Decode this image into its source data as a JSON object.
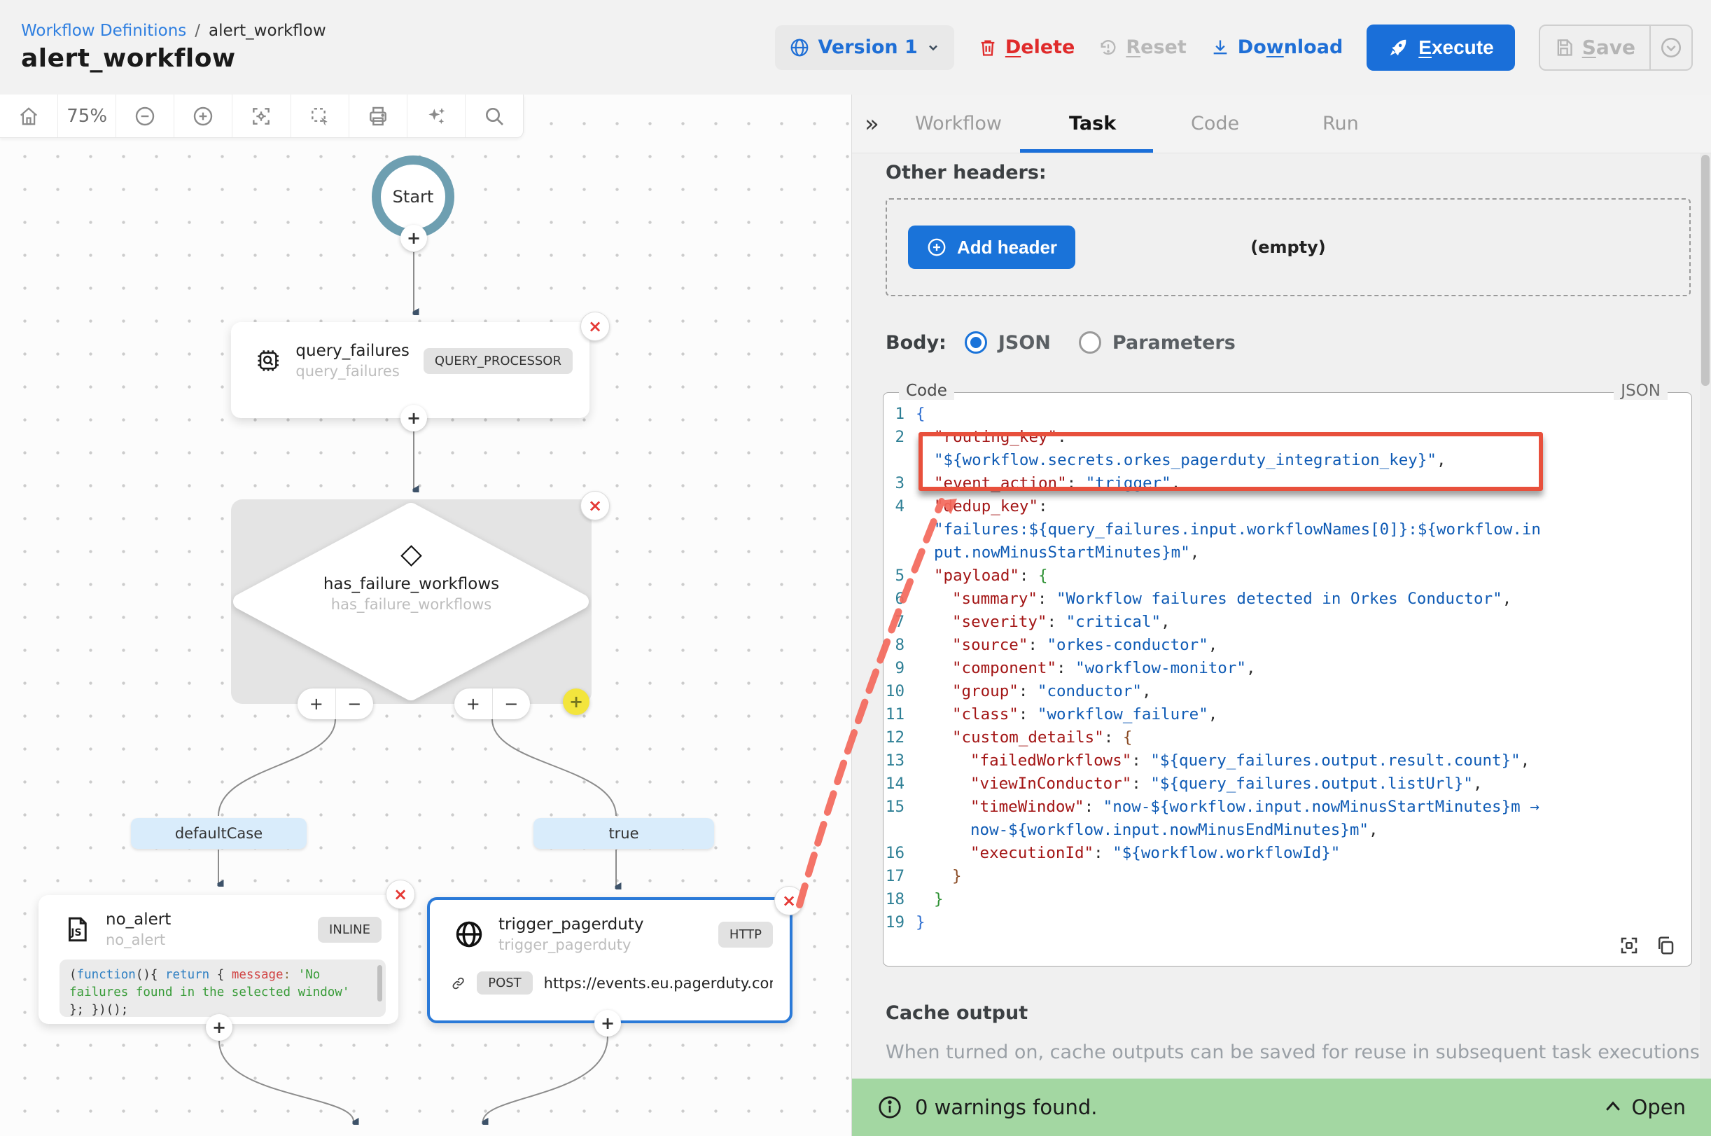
{
  "header": {
    "breadcrumb": {
      "link": "Workflow Definitions",
      "separator": "/",
      "current": "alert_workflow"
    },
    "title": "alert_workflow",
    "actions": {
      "version": "Version 1",
      "delete": "Delete",
      "reset": "Reset",
      "download": "Download",
      "execute": "Execute",
      "save": "Save"
    }
  },
  "canvas": {
    "toolbar": {
      "zoom_level": "75%"
    },
    "nodes": {
      "start": {
        "label": "Start"
      },
      "query_failures": {
        "title": "query_failures",
        "subtitle": "query_failures",
        "badge": "QUERY_PROCESSOR"
      },
      "switch": {
        "title": "has_failure_workflows",
        "subtitle": "has_failure_workflows"
      },
      "cases": {
        "default": "defaultCase",
        "true_case": "true"
      },
      "no_alert": {
        "title": "no_alert",
        "subtitle": "no_alert",
        "badge": "INLINE",
        "code_tokens": [
          [
            "(",
            "p"
          ],
          [
            "function",
            "kw"
          ],
          [
            "(){ ",
            "p"
          ],
          [
            "return",
            "kw"
          ],
          [
            " { ",
            "p"
          ],
          [
            "message",
            "name"
          ],
          [
            ":",
            "colon"
          ],
          [
            " ",
            "p"
          ],
          [
            "'No failures found in the selected window'",
            "str"
          ],
          [
            " };",
            "p"
          ],
          [
            " })();",
            "p"
          ]
        ]
      },
      "trigger_pagerduty": {
        "title": "trigger_pagerduty",
        "subtitle": "trigger_pagerduty",
        "badge": "HTTP",
        "method": "POST",
        "url": "https://events.eu.pagerduty.com/…"
      }
    }
  },
  "panel": {
    "collapse_icon": "»",
    "tabs": [
      {
        "label": "Workflow",
        "active": false
      },
      {
        "label": "Task",
        "active": true
      },
      {
        "label": "Code",
        "active": false
      },
      {
        "label": "Run",
        "active": false
      }
    ],
    "other_headers_label": "Other headers:",
    "add_header_label": "Add header",
    "empty_text": "(empty)",
    "body": {
      "label": "Body:",
      "options": [
        {
          "label": "JSON",
          "selected": true
        },
        {
          "label": "Parameters",
          "selected": false
        }
      ]
    },
    "code": {
      "legend": "Code",
      "language": "JSON",
      "rows": [
        {
          "n": "1",
          "ind": 0,
          "tok": [
            [
              "{",
              "b1"
            ]
          ]
        },
        {
          "n": "2",
          "ind": 1,
          "tok": [
            [
              "\"routing_key\"",
              "key"
            ],
            [
              ":",
              "p"
            ]
          ]
        },
        {
          "n": "",
          "ind": 1,
          "tok": [
            [
              "\"${workflow.secrets.orkes_pagerduty_integration_key}\"",
              "val"
            ],
            [
              ",",
              "p"
            ]
          ]
        },
        {
          "n": "3",
          "ind": 1,
          "tok": [
            [
              "\"event_action\"",
              "key"
            ],
            [
              ":",
              "p"
            ],
            [
              " ",
              "p"
            ],
            [
              "\"trigger\"",
              "val"
            ],
            [
              ",",
              "p"
            ]
          ]
        },
        {
          "n": "4",
          "ind": 1,
          "tok": [
            [
              "\"dedup_key\"",
              "key"
            ],
            [
              ":",
              "p"
            ]
          ]
        },
        {
          "n": "",
          "ind": 1,
          "tok": [
            [
              "\"failures:${query_failures.input.workflowNames[0]}:${workflow.in",
              "val"
            ]
          ]
        },
        {
          "n": "",
          "ind": 1,
          "tok": [
            [
              "put.nowMinusStartMinutes}m\"",
              "val"
            ],
            [
              ",",
              "p"
            ]
          ]
        },
        {
          "n": "5",
          "ind": 1,
          "tok": [
            [
              "\"payload\"",
              "key"
            ],
            [
              ":",
              "p"
            ],
            [
              " ",
              "p"
            ],
            [
              "{",
              "b2"
            ]
          ]
        },
        {
          "n": "6",
          "ind": 2,
          "tok": [
            [
              "\"summary\"",
              "key"
            ],
            [
              ":",
              "p"
            ],
            [
              " ",
              "p"
            ],
            [
              "\"Workflow failures detected in Orkes Conductor\"",
              "val"
            ],
            [
              ",",
              "p"
            ]
          ]
        },
        {
          "n": "7",
          "ind": 2,
          "tok": [
            [
              "\"severity\"",
              "key"
            ],
            [
              ":",
              "p"
            ],
            [
              " ",
              "p"
            ],
            [
              "\"critical\"",
              "val"
            ],
            [
              ",",
              "p"
            ]
          ]
        },
        {
          "n": "8",
          "ind": 2,
          "tok": [
            [
              "\"source\"",
              "key"
            ],
            [
              ":",
              "p"
            ],
            [
              " ",
              "p"
            ],
            [
              "\"orkes-conductor\"",
              "val"
            ],
            [
              ",",
              "p"
            ]
          ]
        },
        {
          "n": "9",
          "ind": 2,
          "tok": [
            [
              "\"component\"",
              "key"
            ],
            [
              ":",
              "p"
            ],
            [
              " ",
              "p"
            ],
            [
              "\"workflow-monitor\"",
              "val"
            ],
            [
              ",",
              "p"
            ]
          ]
        },
        {
          "n": "10",
          "ind": 2,
          "tok": [
            [
              "\"group\"",
              "key"
            ],
            [
              ":",
              "p"
            ],
            [
              " ",
              "p"
            ],
            [
              "\"conductor\"",
              "val"
            ],
            [
              ",",
              "p"
            ]
          ]
        },
        {
          "n": "11",
          "ind": 2,
          "tok": [
            [
              "\"class\"",
              "key"
            ],
            [
              ":",
              "p"
            ],
            [
              " ",
              "p"
            ],
            [
              "\"workflow_failure\"",
              "val"
            ],
            [
              ",",
              "p"
            ]
          ]
        },
        {
          "n": "12",
          "ind": 2,
          "tok": [
            [
              "\"custom_details\"",
              "key"
            ],
            [
              ":",
              "p"
            ],
            [
              " ",
              "p"
            ],
            [
              "{",
              "b3"
            ]
          ]
        },
        {
          "n": "13",
          "ind": 3,
          "tok": [
            [
              "\"failedWorkflows\"",
              "key"
            ],
            [
              ":",
              "p"
            ],
            [
              " ",
              "p"
            ],
            [
              "\"${query_failures.output.result.count}\"",
              "val"
            ],
            [
              ",",
              "p"
            ]
          ]
        },
        {
          "n": "14",
          "ind": 3,
          "tok": [
            [
              "\"viewInConductor\"",
              "key"
            ],
            [
              ":",
              "p"
            ],
            [
              " ",
              "p"
            ],
            [
              "\"${query_failures.output.listUrl}\"",
              "val"
            ],
            [
              ",",
              "p"
            ]
          ]
        },
        {
          "n": "15",
          "ind": 3,
          "tok": [
            [
              "\"timeWindow\"",
              "key"
            ],
            [
              ":",
              "p"
            ],
            [
              " ",
              "p"
            ],
            [
              "\"now-${workflow.input.nowMinusStartMinutes}m →",
              "val"
            ]
          ]
        },
        {
          "n": "",
          "ind": 3,
          "tok": [
            [
              "now-${workflow.input.nowMinusEndMinutes}m\"",
              "val"
            ],
            [
              ",",
              "p"
            ]
          ]
        },
        {
          "n": "16",
          "ind": 3,
          "tok": [
            [
              "\"executionId\"",
              "key"
            ],
            [
              ":",
              "p"
            ],
            [
              " ",
              "p"
            ],
            [
              "\"${workflow.workflowId}\"",
              "val"
            ]
          ]
        },
        {
          "n": "17",
          "ind": 2,
          "tok": [
            [
              "}",
              "b3"
            ]
          ]
        },
        {
          "n": "18",
          "ind": 1,
          "tok": [
            [
              "}",
              "b2"
            ]
          ]
        },
        {
          "n": "19",
          "ind": 0,
          "tok": [
            [
              "}",
              "b1"
            ]
          ]
        }
      ]
    },
    "cache": {
      "title": "Cache output",
      "description": "When turned on, cache outputs can be saved for reuse in subsequent task executions."
    },
    "banner": {
      "message": "0 warnings found.",
      "action": "Open"
    }
  },
  "colors": {
    "accent": "#1a6fd9",
    "danger": "#e02b2b",
    "banner_bg": "#a3d7a2",
    "highlight": "#e8503c",
    "node_border_selected": "#2b7ad8"
  }
}
